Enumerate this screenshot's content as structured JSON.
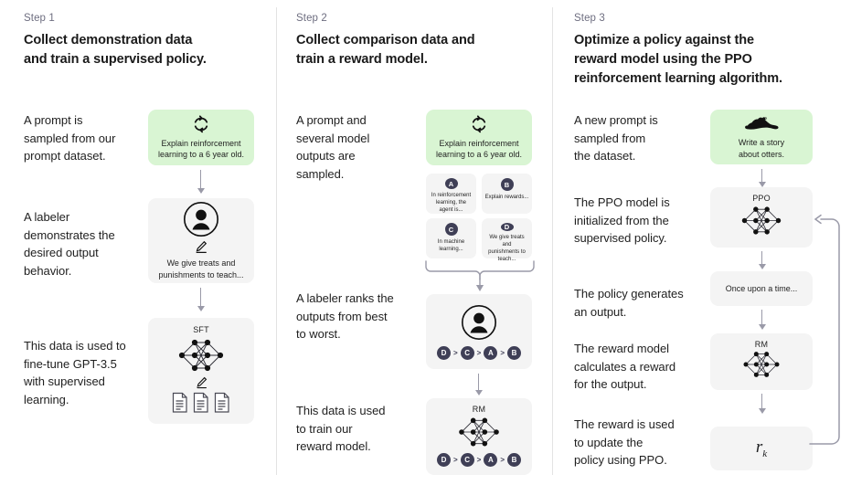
{
  "columns": [
    {
      "step_label": "Step 1",
      "title_line1": "Collect demonstration data",
      "title_line2": "and train a supervised policy.",
      "texts": [
        "A prompt is\nsampled from our\nprompt dataset.",
        "A labeler\ndemonstrates the\ndesired output\nbehavior.",
        "This data is used to\nfine-tune GPT-3.5\nwith supervised\nlearning."
      ],
      "cards": [
        {
          "kind": "prompt-green",
          "icon": "cycle-icon",
          "caption": "Explain reinforcement\nlearning to a 6 year old."
        },
        {
          "kind": "labeler",
          "icon": "person-icon",
          "sub_icon": "pencil-icon",
          "caption": "We give treats and\npunishments to teach..."
        },
        {
          "kind": "model",
          "title": "SFT",
          "icon": "neural-network-icon",
          "sub_icon": "pencil-icon",
          "extra_icon": "documents-icon"
        }
      ]
    },
    {
      "step_label": "Step 2",
      "title_line1": "Collect comparison data and",
      "title_line2": "train a reward model.",
      "texts": [
        "A prompt and\nseveral model\noutputs are\nsampled.",
        "A labeler ranks the\noutputs from best\nto worst.",
        "This data is used\nto train our\nreward model."
      ],
      "cards": [
        {
          "kind": "prompt-green",
          "icon": "cycle-icon",
          "caption": "Explain reinforcement\nlearning to a 6 year old."
        },
        {
          "kind": "labeler-rank",
          "icon": "person-icon",
          "ranking": [
            "D",
            "C",
            "A",
            "B"
          ]
        },
        {
          "kind": "model-rank",
          "title": "RM",
          "icon": "neural-network-icon",
          "ranking": [
            "D",
            "C",
            "A",
            "B"
          ]
        }
      ],
      "outputs": [
        {
          "letter": "A",
          "text": "In reinforcement\nlearning, the\nagent is..."
        },
        {
          "letter": "B",
          "text": "Explain rewards..."
        },
        {
          "letter": "C",
          "text": "In machine\nlearning..."
        },
        {
          "letter": "D",
          "text": "We give treats and\npunishments to\nteach..."
        }
      ]
    },
    {
      "step_label": "Step 3",
      "title_line1": "Optimize a policy against the",
      "title_line2": "reward model using the PPO",
      "title_line3": "reinforcement learning algorithm.",
      "texts": [
        "A new prompt is\nsampled from\nthe dataset.",
        "The PPO model is\ninitialized from the\nsupervised policy.",
        "The policy generates\nan output.",
        "The reward model\ncalculates a reward\nfor the output.",
        "The reward is used\nto update the\npolicy using PPO."
      ],
      "cards": [
        {
          "kind": "prompt-green",
          "icon": "otter-icon",
          "caption": "Write a story\nabout otters."
        },
        {
          "kind": "model",
          "title": "PPO",
          "icon": "neural-network-icon"
        },
        {
          "kind": "output-text",
          "caption": "Once upon a time..."
        },
        {
          "kind": "model",
          "title": "RM",
          "icon": "neural-network-icon"
        },
        {
          "kind": "reward",
          "value": "r",
          "subscript": "k"
        }
      ]
    }
  ],
  "colors": {
    "green_card": "#d9f5d3",
    "gray_card": "#f4f4f4",
    "arrow": "#9a9aa8",
    "chip": "#3f3f56",
    "step_label": "#6e6e80",
    "divider": "#e3e3e3"
  }
}
